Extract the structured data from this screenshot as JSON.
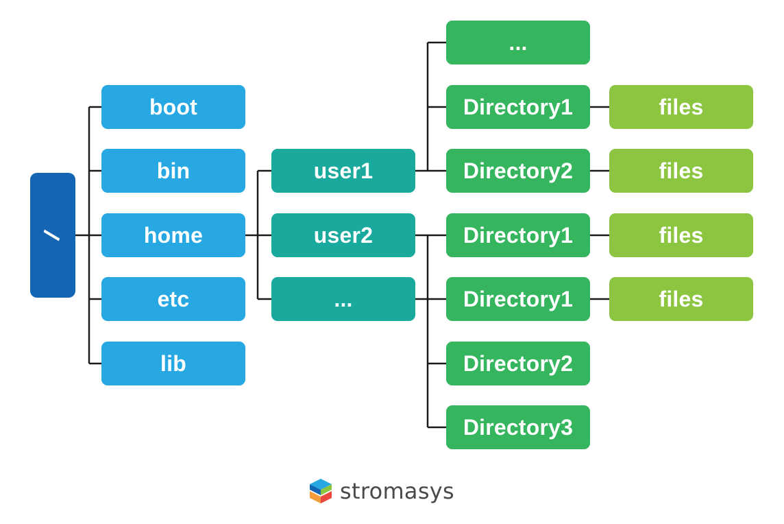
{
  "root": {
    "label": "/"
  },
  "level1": [
    "boot",
    "bin",
    "home",
    "etc",
    "lib"
  ],
  "users": [
    "user1",
    "user2",
    "..."
  ],
  "user1_dirs": [
    "...",
    "Directory1",
    "Directory2"
  ],
  "user2_dirs": [
    "Directory1",
    "Directory1",
    "Directory2",
    "Directory3"
  ],
  "files": [
    "files",
    "files",
    "files",
    "files"
  ],
  "brand": {
    "name": "stromasys"
  },
  "colors": {
    "root": "#1565b5",
    "level1": "#27a8e3",
    "users": "#19aa9d",
    "directories": "#35b55d",
    "files": "#8cc540",
    "lines": "#1a1a1a"
  }
}
